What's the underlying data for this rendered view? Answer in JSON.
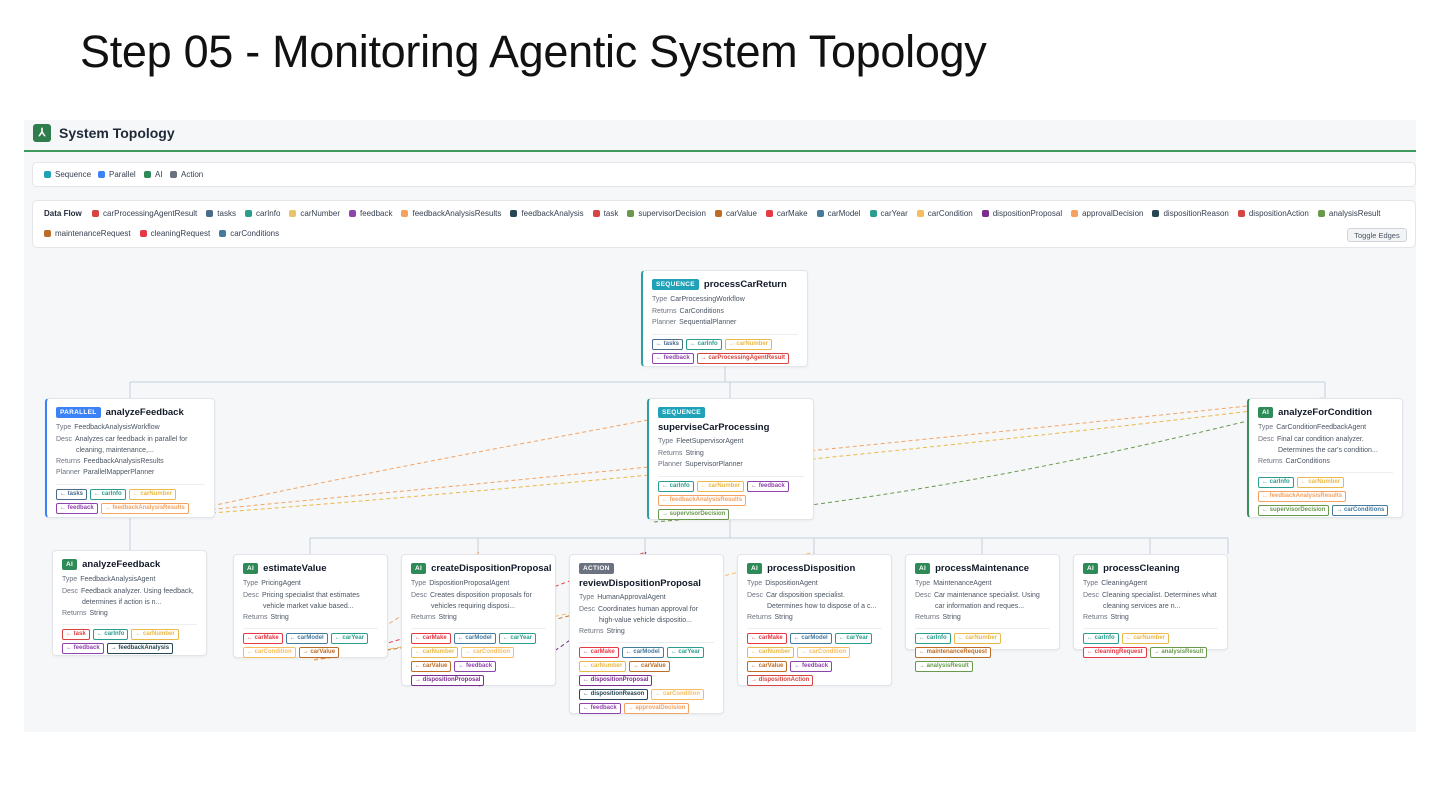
{
  "slide": {
    "title": "Step 05 - Monitoring Agentic System Topology"
  },
  "app": {
    "logo_icon": "agent-logo-icon",
    "logo_glyph": "⅄",
    "title": "System Topology",
    "accent": "#3f9a5e"
  },
  "legend": [
    {
      "label": "Sequence",
      "color": "#1fa2b8"
    },
    {
      "label": "Parallel",
      "color": "#3b82f6"
    },
    {
      "label": "AI",
      "color": "#2e8b57"
    },
    {
      "label": "Action",
      "color": "#6b7280"
    }
  ],
  "data_flow": {
    "label": "Data Flow",
    "toggle_label": "Toggle Edges",
    "items": [
      {
        "label": "carProcessingAgentResult",
        "color": "#d64541"
      },
      {
        "label": "tasks",
        "color": "#4a6b8a"
      },
      {
        "label": "carInfo",
        "color": "#2a9d8f"
      },
      {
        "label": "carNumber",
        "color": "#e9c46a"
      },
      {
        "label": "feedback",
        "color": "#8e44ad"
      },
      {
        "label": "feedbackAnalysisResults",
        "color": "#f4a261"
      },
      {
        "label": "feedbackAnalysis",
        "color": "#264653"
      },
      {
        "label": "task",
        "color": "#d64541"
      },
      {
        "label": "supervisorDecision",
        "color": "#6a994e"
      },
      {
        "label": "carValue",
        "color": "#bc6c25"
      },
      {
        "label": "carMake",
        "color": "#e63946"
      },
      {
        "label": "carModel",
        "color": "#457b9d"
      },
      {
        "label": "carYear",
        "color": "#2a9d8f"
      },
      {
        "label": "carCondition",
        "color": "#f6bd60"
      },
      {
        "label": "dispositionProposal",
        "color": "#7b2d8e"
      },
      {
        "label": "approvalDecision",
        "color": "#f4a261"
      },
      {
        "label": "dispositionReason",
        "color": "#264653"
      },
      {
        "label": "dispositionAction",
        "color": "#d64541"
      },
      {
        "label": "analysisResult",
        "color": "#6a994e"
      },
      {
        "label": "maintenanceRequest",
        "color": "#bc6c25"
      },
      {
        "label": "cleaningRequest",
        "color": "#e63946"
      },
      {
        "label": "carConditions",
        "color": "#457b9d"
      }
    ]
  },
  "nodes": {
    "processCarReturn": {
      "badge": "SEQUENCE",
      "name": "processCarReturn",
      "type": "CarProcessingWorkflow",
      "returns": "CarConditions",
      "planner": "SequentialPlanner",
      "chips": [
        {
          "t": "← tasks",
          "c": "#4a6b8a"
        },
        {
          "t": "← carInfo",
          "c": "#2a9d8f"
        },
        {
          "t": "← carNumber",
          "c": "#e9b949"
        },
        {
          "t": "← feedback",
          "c": "#8e44ad"
        },
        {
          "t": "→ carProcessingAgentResult",
          "c": "#d64541"
        }
      ]
    },
    "analyzeFeedbackPar": {
      "badge": "PARALLEL",
      "name": "analyzeFeedback",
      "type": "FeedbackAnalysisWorkflow",
      "desc1": "Analyzes car feedback in parallel for",
      "desc2": "cleaning, maintenance,...",
      "returns": "FeedbackAnalysisResults",
      "planner": "ParallelMapperPlanner",
      "chips": [
        {
          "t": "← tasks",
          "c": "#4a6b8a"
        },
        {
          "t": "← carInfo",
          "c": "#2a9d8f"
        },
        {
          "t": "← carNumber",
          "c": "#e9b949"
        },
        {
          "t": "← feedback",
          "c": "#8e44ad"
        },
        {
          "t": "→ feedbackAnalysisResults",
          "c": "#f4a261"
        }
      ]
    },
    "superviseCarProcessing": {
      "badge": "SEQUENCE",
      "name": "superviseCarProcessing",
      "type": "FleetSupervisorAgent",
      "returns": "String",
      "planner": "SupervisorPlanner",
      "chips": [
        {
          "t": "← carInfo",
          "c": "#2a9d8f"
        },
        {
          "t": "← carNumber",
          "c": "#e9b949"
        },
        {
          "t": "← feedback",
          "c": "#8e44ad"
        },
        {
          "t": "← feedbackAnalysisResults",
          "c": "#f4a261"
        },
        {
          "t": "→ supervisorDecision",
          "c": "#6a994e"
        }
      ]
    },
    "analyzeForCondition": {
      "badge": "AI",
      "name": "analyzeForCondition",
      "type": "CarConditionFeedbackAgent",
      "desc1": "Final car condition analyzer.",
      "desc2": "Determines the car's condition...",
      "returns": "CarConditions",
      "chips": [
        {
          "t": "← carInfo",
          "c": "#2a9d8f"
        },
        {
          "t": "← carNumber",
          "c": "#e9b949"
        },
        {
          "t": "← feedbackAnalysisResults",
          "c": "#f4a261"
        },
        {
          "t": "← supervisorDecision",
          "c": "#6a994e"
        },
        {
          "t": "→ carConditions",
          "c": "#457b9d"
        }
      ]
    },
    "analyzeFeedbackAI": {
      "badge": "AI",
      "name": "analyzeFeedback",
      "type": "FeedbackAnalysisAgent",
      "desc1": "Feedback analyzer. Using feedback,",
      "desc2": "determines if action is n...",
      "returns": "String",
      "chips": [
        {
          "t": "← task",
          "c": "#d64541"
        },
        {
          "t": "← carInfo",
          "c": "#2a9d8f"
        },
        {
          "t": "← carNumber",
          "c": "#e9b949"
        },
        {
          "t": "← feedback",
          "c": "#8e44ad"
        },
        {
          "t": "→ feedbackAnalysis",
          "c": "#264653"
        }
      ]
    },
    "estimateValue": {
      "badge": "AI",
      "name": "estimateValue",
      "type": "PricingAgent",
      "desc1": "Pricing specialist that estimates",
      "desc2": "vehicle market value based...",
      "returns": "String",
      "chips": [
        {
          "t": "← carMake",
          "c": "#e63946"
        },
        {
          "t": "← carModel",
          "c": "#457b9d"
        },
        {
          "t": "← carYear",
          "c": "#2a9d8f"
        },
        {
          "t": "← carCondition",
          "c": "#f6bd60"
        },
        {
          "t": "→ carValue",
          "c": "#bc6c25"
        }
      ]
    },
    "createDispositionProposal": {
      "badge": "AI",
      "name": "createDispositionProposal",
      "type": "DispositionProposalAgent",
      "desc1": "Creates disposition proposals for",
      "desc2": "vehicles requiring disposi...",
      "returns": "String",
      "chips": [
        {
          "t": "← carMake",
          "c": "#e63946"
        },
        {
          "t": "← carModel",
          "c": "#457b9d"
        },
        {
          "t": "← carYear",
          "c": "#2a9d8f"
        },
        {
          "t": "← carNumber",
          "c": "#e9b949"
        },
        {
          "t": "← carCondition",
          "c": "#f6bd60"
        },
        {
          "t": "← carValue",
          "c": "#bc6c25"
        },
        {
          "t": "← feedback",
          "c": "#8e44ad"
        },
        {
          "t": "→ dispositionProposal",
          "c": "#7b2d8e"
        }
      ]
    },
    "reviewDispositionProposal": {
      "badge": "ACTION",
      "name": "reviewDispositionProposal",
      "type": "HumanApprovalAgent",
      "desc1": "Coordinates human approval for",
      "desc2": "high-value vehicle dispositio...",
      "returns": "String",
      "chips": [
        {
          "t": "← carMake",
          "c": "#e63946"
        },
        {
          "t": "← carModel",
          "c": "#457b9d"
        },
        {
          "t": "← carYear",
          "c": "#2a9d8f"
        },
        {
          "t": "← carNumber",
          "c": "#e9b949"
        },
        {
          "t": "← carValue",
          "c": "#bc6c25"
        },
        {
          "t": "← dispositionProposal",
          "c": "#7b2d8e"
        },
        {
          "t": "← dispositionReason",
          "c": "#264653"
        },
        {
          "t": "← carCondition",
          "c": "#f6bd60"
        },
        {
          "t": "← feedback",
          "c": "#8e44ad"
        },
        {
          "t": "→ approvalDecision",
          "c": "#f4a261"
        }
      ]
    },
    "processDisposition": {
      "badge": "AI",
      "name": "processDisposition",
      "type": "DispositionAgent",
      "desc1": "Car disposition specialist.",
      "desc2": "Determines how to dispose of a c...",
      "returns": "String",
      "chips": [
        {
          "t": "← carMake",
          "c": "#e63946"
        },
        {
          "t": "← carModel",
          "c": "#457b9d"
        },
        {
          "t": "← carYear",
          "c": "#2a9d8f"
        },
        {
          "t": "← carNumber",
          "c": "#e9b949"
        },
        {
          "t": "← carCondition",
          "c": "#f6bd60"
        },
        {
          "t": "← carValue",
          "c": "#bc6c25"
        },
        {
          "t": "← feedback",
          "c": "#8e44ad"
        },
        {
          "t": "→ dispositionAction",
          "c": "#d64541"
        }
      ]
    },
    "processMaintenance": {
      "badge": "AI",
      "name": "processMaintenance",
      "type": "MaintenanceAgent",
      "desc1": "Car maintenance specialist. Using",
      "desc2": "car information and reques...",
      "returns": "String",
      "chips": [
        {
          "t": "← carInfo",
          "c": "#2a9d8f"
        },
        {
          "t": "← carNumber",
          "c": "#e9b949"
        },
        {
          "t": "← maintenanceRequest",
          "c": "#bc6c25"
        },
        {
          "t": "→ analysisResult",
          "c": "#6a994e"
        }
      ]
    },
    "processCleaning": {
      "badge": "AI",
      "name": "processCleaning",
      "type": "CleaningAgent",
      "desc1": "Cleaning specialist. Determines what",
      "desc2": "cleaning services are n...",
      "returns": "String",
      "chips": [
        {
          "t": "← carInfo",
          "c": "#2a9d8f"
        },
        {
          "t": "← carNumber",
          "c": "#e9b949"
        },
        {
          "t": "← cleaningRequest",
          "c": "#e63946"
        },
        {
          "t": "→ analysisResult",
          "c": "#6a994e"
        }
      ]
    }
  },
  "labels": {
    "type": "Type",
    "desc": "Desc",
    "returns": "Returns",
    "planner": "Planner"
  }
}
